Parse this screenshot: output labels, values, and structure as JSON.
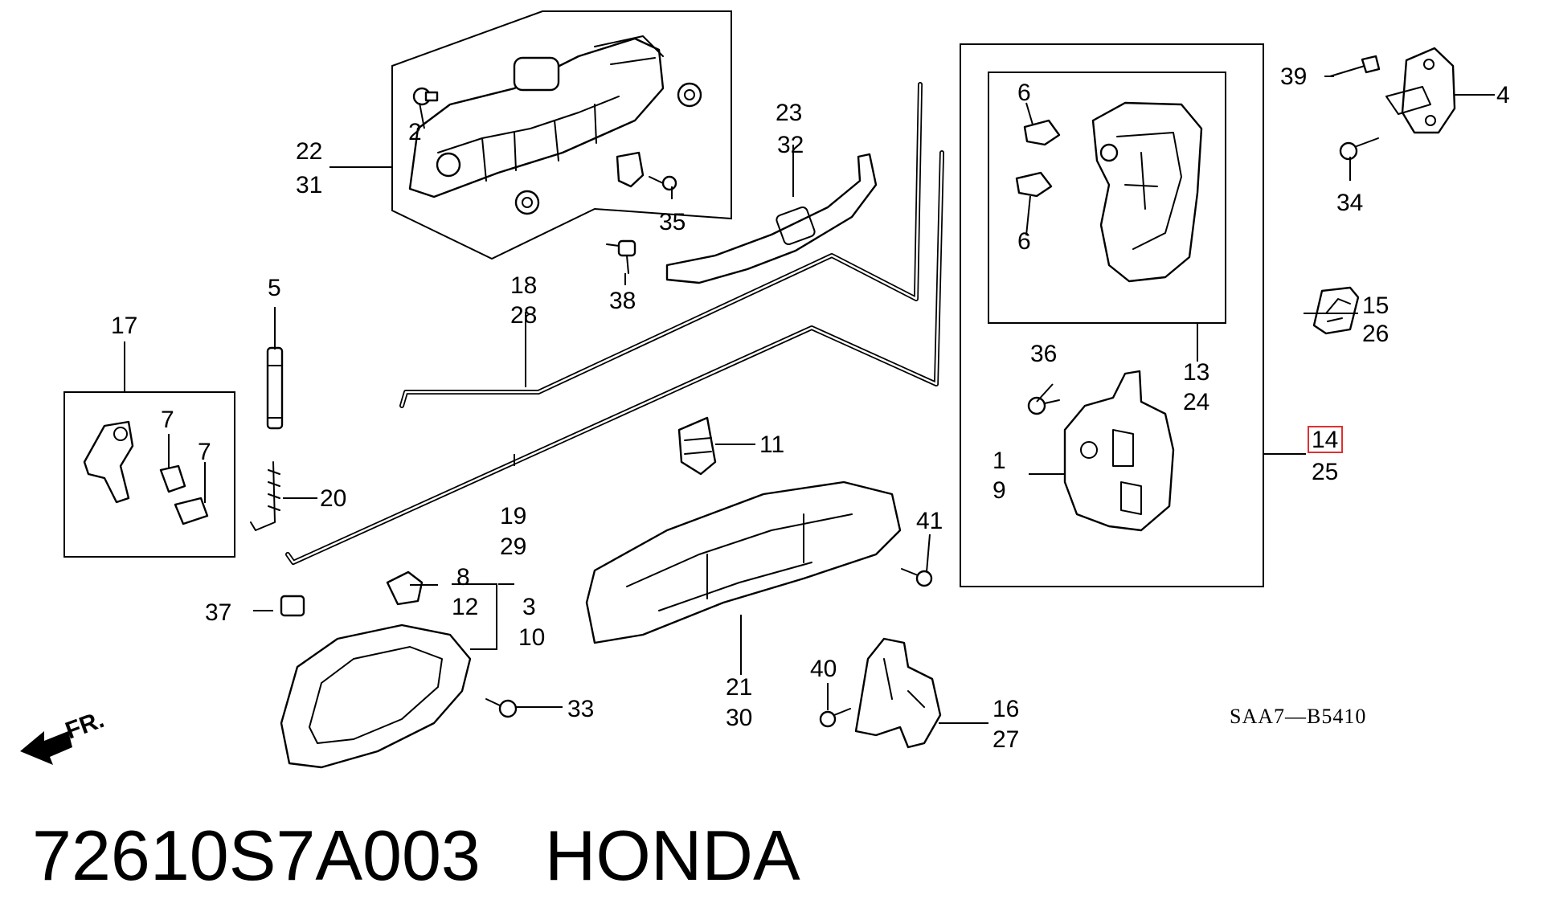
{
  "callouts": {
    "c1": "1",
    "c2": "2",
    "c3": "3",
    "c4": "4",
    "c5": "5",
    "c6a": "6",
    "c6b": "6",
    "c7a": "7",
    "c7b": "7",
    "c8": "8",
    "c9": "9",
    "c10": "10",
    "c11": "11",
    "c12": "12",
    "c13": "13",
    "c14": "14",
    "c15": "15",
    "c16": "16",
    "c17": "17",
    "c18": "18",
    "c19": "19",
    "c20": "20",
    "c21": "21",
    "c22": "22",
    "c23": "23",
    "c24": "24",
    "c25": "25",
    "c26": "26",
    "c27": "27",
    "c28": "28",
    "c29": "29",
    "c30": "30",
    "c31": "31",
    "c32": "32",
    "c33": "33",
    "c34": "34",
    "c35": "35",
    "c36": "36",
    "c37": "37",
    "c38": "38",
    "c39": "39",
    "c40": "40",
    "c41": "41"
  },
  "front_marker": "FR.",
  "diagram_code": "SAA7—B5410",
  "highlight_color": "#e03030",
  "footer": {
    "part_number": "72610S7A003",
    "brand": "HONDA"
  }
}
